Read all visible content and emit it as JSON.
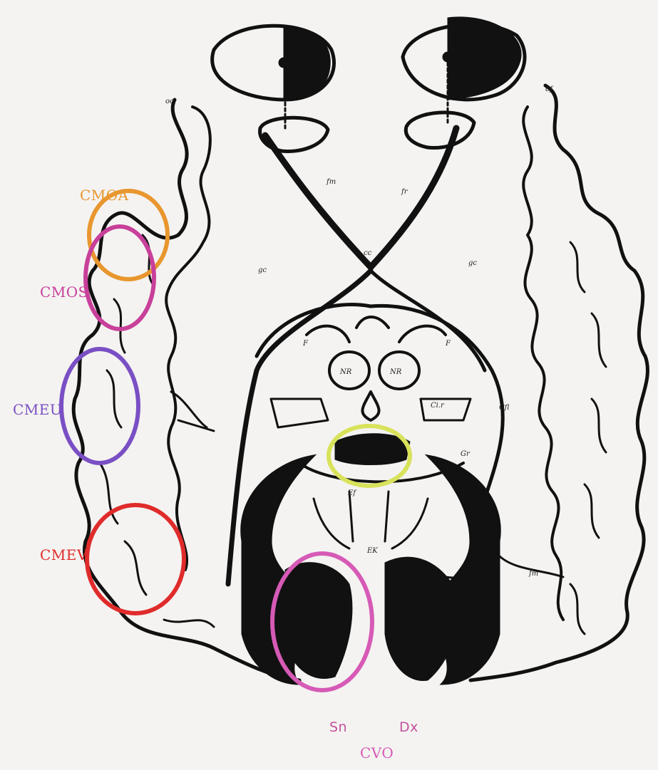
{
  "figure": {
    "labels": {
      "cmoa": "CMOA",
      "cmos": "CMOS",
      "cmeu": "CMEU",
      "cmev": "CMEV",
      "sn": "Sn",
      "dx": "Dx",
      "cvo": "CVO"
    },
    "colors": {
      "cmoa": "#e8962e",
      "cmos": "#c8409a",
      "cmeu": "#7a4fc4",
      "cmev": "#e02b2b",
      "cvo": "#d65ab6",
      "center": "#d8e25a",
      "sn_dx": "#c4529f"
    },
    "anatomy_marks": {
      "fm_upper": "fm",
      "fr": "fr",
      "cc": "cc",
      "gc_left": "gc",
      "gc_right": "gc",
      "nr_left": "NR",
      "nr_right": "NR",
      "f_left": "F",
      "f_right": "F",
      "ci_r": "Ci.r",
      "cfl": "Cfl",
      "gr": "Gr",
      "ef": "Ef",
      "fm_lower": "fm",
      "ek": "EK",
      "os_left": "oc",
      "os_right": "of"
    }
  }
}
